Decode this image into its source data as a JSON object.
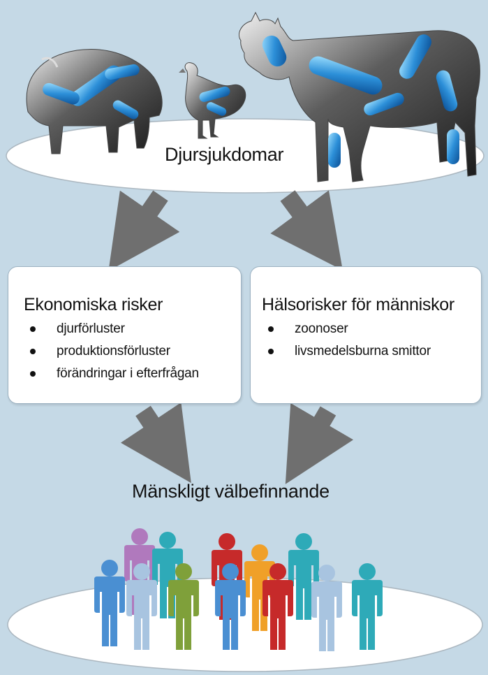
{
  "top": {
    "title": "Djursjukdomar"
  },
  "left_box": {
    "title": "Ekonomiska risker",
    "items": [
      "djurförluster",
      "produktionsförluster",
      "förändringar i efterfrågan"
    ]
  },
  "right_box": {
    "title": "Hälsorisker för människor",
    "items": [
      "zoonoser",
      "livsmedelsburna smittor"
    ]
  },
  "bottom": {
    "title": "Mänskligt välbefinnande"
  },
  "colors": {
    "background": "#c5d9e6",
    "arrow": "#6f6f6f",
    "people": [
      "#b079bd",
      "#2eaab8",
      "#c62a2a",
      "#f0a028",
      "#4a8fd2",
      "#a8c4e0",
      "#7fa03a"
    ]
  },
  "icons": [
    "pig-icon",
    "chicken-icon",
    "cow-icon",
    "person-icon"
  ]
}
